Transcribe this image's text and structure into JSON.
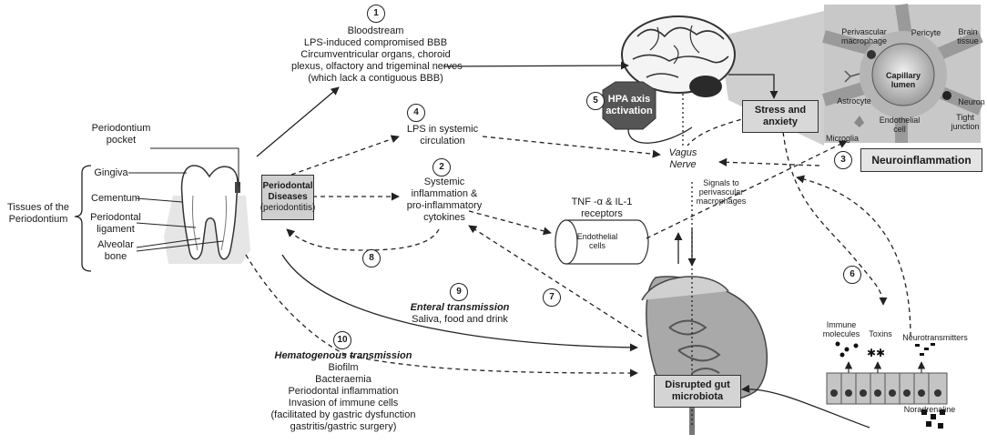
{
  "tissues": {
    "title_line1": "Tissues of the",
    "title_line2": "Periodontium",
    "pocket_line1": "Periodontium",
    "pocket_line2": "pocket",
    "gingiva": "Gingiva",
    "cementum": "Cementum",
    "ligament_line1": "Periodontal",
    "ligament_line2": "ligament",
    "bone_line1": "Alveolar",
    "bone_line2": "bone"
  },
  "periodontal_disease": {
    "line1": "Periodontal",
    "line2": "Diseases",
    "line3": "(periodontitis)"
  },
  "pathway1": {
    "number": "1",
    "lines": [
      "Bloodstream",
      "LPS-induced compromised BBB",
      "Circumventricular organs, choroid",
      "plexus, olfactory and trigeminal nerves",
      "(which lack a contiguous BBB)"
    ]
  },
  "pathway2": {
    "number": "2",
    "lines": [
      "Systemic",
      "inflammation &",
      "pro-inflammatory",
      "cytokines"
    ]
  },
  "pathway3": {
    "number": "3",
    "label": "Neuroinflammation"
  },
  "pathway4": {
    "number": "4",
    "lines": [
      "LPS in systemic",
      "circulation"
    ]
  },
  "pathway5": {
    "number": "5",
    "line1": "HPA axis",
    "line2": "activation"
  },
  "pathway6": {
    "number": "6"
  },
  "pathway7": {
    "number": "7"
  },
  "pathway8": {
    "number": "8"
  },
  "pathway9": {
    "number": "9",
    "title": "Enteral transmission",
    "detail": "Saliva, food and drink"
  },
  "pathway10": {
    "number": "10",
    "title": "Hematogenous transmission",
    "lines": [
      "Biofilm",
      "Bacteraemia",
      "Periodontal inflammation",
      "Invasion of immune cells",
      "(facilitated by gastric dysfunction",
      "gastritis/gastric surgery)"
    ]
  },
  "receptors": {
    "title_line1": "TNF -α & IL-1",
    "title_line2": "receptors",
    "cell_line1": "Endothelial",
    "cell_line2": "cells"
  },
  "signals": {
    "line1": "Signals to",
    "line2": "perivascular",
    "line3": "macrophages"
  },
  "vagus": {
    "line1": "Vagus",
    "line2": "Nerve"
  },
  "stress": {
    "line1": "Stress and",
    "line2": "anxiety"
  },
  "capillary": {
    "perivascular_line1": "Perivascular",
    "perivascular_line2": "macrophage",
    "pericyte": "Pericyte",
    "brain_line1": "Brain",
    "brain_line2": "tissue",
    "lumen_line1": "Capillary",
    "lumen_line2": "lumen",
    "astrocyte": "Astrocyte",
    "neuron": "Neuron",
    "microglia": "Microglia",
    "endothelial_line1": "Endothelial",
    "endothelial_line2": "cell",
    "tight_line1": "Tight",
    "tight_line2": "junction"
  },
  "gut": {
    "line1": "Disrupted gut",
    "line2": "microbiota"
  },
  "epithelium": {
    "immune_line1": "Immune",
    "immune_line2": "molecules",
    "toxins": "Toxins",
    "neurotransmitters": "Neurotransmitters",
    "noradrenaline": "Noradrenaline"
  }
}
